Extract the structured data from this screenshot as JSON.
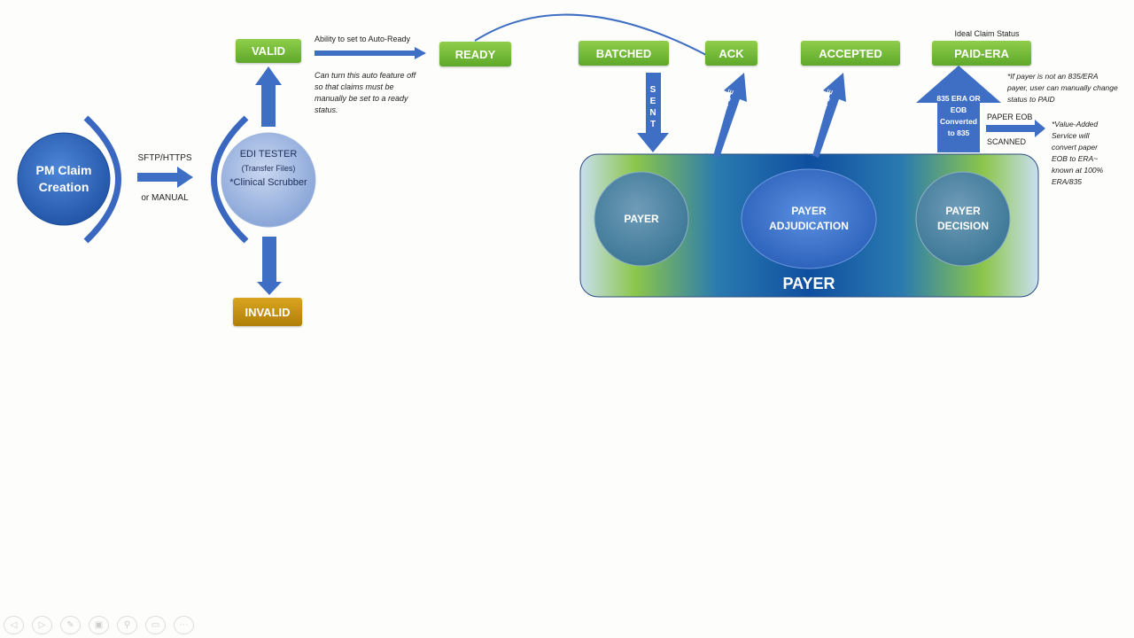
{
  "left": {
    "pm_circle": "PM Claim Creation",
    "transfer_top": "SFTP/HTTPS",
    "transfer_bottom": "or MANUAL",
    "edi_title": "EDI TESTER",
    "edi_sub": "(Transfer Files)",
    "edi_line3": "*Clinical Scrubber",
    "valid": "VALID",
    "invalid": "INVALID",
    "auto_ready": "Ability to set to Auto-Ready",
    "auto_note": "Can turn this auto feature off so that claims must be manually be set to a ready status."
  },
  "statuses": {
    "ready": "READY",
    "batched": "BATCHED",
    "ack": "ACK",
    "accepted": "ACCEPTED",
    "paid_era": "PAID-ERA",
    "ideal_label": "Ideal Claim Status"
  },
  "arrows": {
    "sent": "SENT",
    "response": "RESPONSE",
    "era_arrow": "835 ERA OR EOB Converted to 835",
    "paper_eob": "PAPER EOB",
    "scanned": "SCANNED"
  },
  "notes": {
    "paid_note": "*If payer is not an 835/ERA payer, user can manually change status to PAID",
    "value_added": "*Value-Added Service will convert paper EOB to ERA~ known at 100% ERA/835"
  },
  "payer": {
    "title": "PAYER",
    "payer": "PAYER",
    "adjudication": "PAYER ADJUDICATION",
    "decision": "PAYER DECISION"
  },
  "toolbar": {
    "icons": [
      "previous-icon",
      "next-icon",
      "pen-icon",
      "slides-icon",
      "zoom-icon",
      "subtitles-icon",
      "more-icon"
    ]
  },
  "colors": {
    "arrow_blue": "#3f6fc4",
    "status_green": "#6ab72f",
    "invalid_gold": "#c8960a"
  }
}
